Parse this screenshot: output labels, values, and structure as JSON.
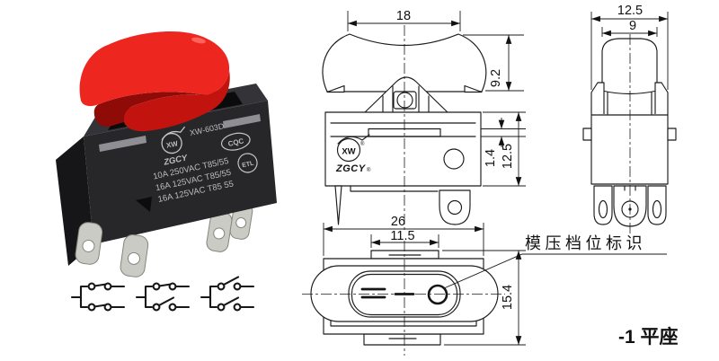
{
  "drawing": {
    "front_view": {
      "dim_width": "18",
      "dim_cap_height": "9.2",
      "dim_slot": "1.4",
      "dim_body_height": "12.5",
      "logo": {
        "monogram": "XW",
        "brand": "ZGCY",
        "reg": "®"
      }
    },
    "bottom_view": {
      "dim_width": "26",
      "dim_inner_width": "11.5",
      "dim_height": "15.4",
      "annotation": "模压档位标识"
    },
    "side_view": {
      "dim_width": "12.5",
      "dim_cap_width": "9"
    },
    "caption": "-1 平座"
  },
  "photo": {
    "model": "XW-603D",
    "logo": {
      "monogram": "XW",
      "brand": "ZGCY"
    },
    "ratings": [
      "10A 250VAC T85/55",
      "16A 125VAC T85/55",
      "16A 125VAC T85 55"
    ],
    "marks": {
      "cqc": "CQC",
      "etl": "ETL"
    },
    "colors": {
      "cap_red": "#ed2620",
      "cap_red_mid": "#c2130e",
      "cap_red_dark": "#8e0b08",
      "body_black": "#27272a",
      "terminal_silver": "#cbcbc5"
    }
  },
  "schematics": {
    "positions": [
      "both-closed",
      "top-closed-bottom-open",
      "both-open"
    ]
  }
}
